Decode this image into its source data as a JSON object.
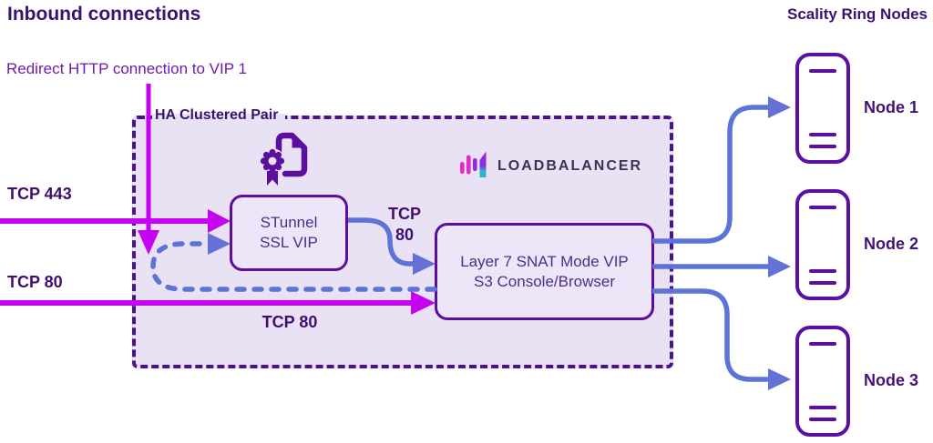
{
  "title": "Inbound connections",
  "right_header": "Scality Ring Nodes",
  "annotations": {
    "redirect_note": "Redirect HTTP connection to VIP 1",
    "tcp443_label": "TCP 443",
    "tcp80_left_label": "TCP 80",
    "tcp80_mid_label": "TCP 80",
    "tcp80_between_line1": "TCP",
    "tcp80_between_line2": "80"
  },
  "cluster": {
    "label": "HA Clustered Pair",
    "logo_text": "LOADBALANCER",
    "stunnel_box": {
      "line1": "STunnel",
      "line2": "SSL VIP"
    },
    "layer7_box": {
      "line1": "Layer 7 SNAT Mode VIP",
      "line2": "S3 Console/Browser"
    }
  },
  "nodes": [
    {
      "label": "Node 1"
    },
    {
      "label": "Node 2"
    },
    {
      "label": "Node 3"
    }
  ],
  "icons": {
    "certificate": "certificate-icon",
    "logo_mark": "bar-chart-icon",
    "node": "server-icon"
  },
  "colors": {
    "magenta": "#c603f0",
    "blue": "#5c73d7",
    "blue-head": "#6671d8",
    "heading": "#3b1270",
    "boxtext": "#4e2d8a",
    "border-purple": "#5c0f9e",
    "node-purple": "#5c10a2",
    "dashed-border": "#4c1192",
    "box-bg": "#e9e2f4",
    "inner-box-bg": "#ece6f8",
    "logo-text": "#3f3055",
    "logo-pink": "#e62bc7",
    "logo-purple": "#8c2be0",
    "logo-teal": "#2ab5c9",
    "redirect-text": "#7019ae"
  }
}
